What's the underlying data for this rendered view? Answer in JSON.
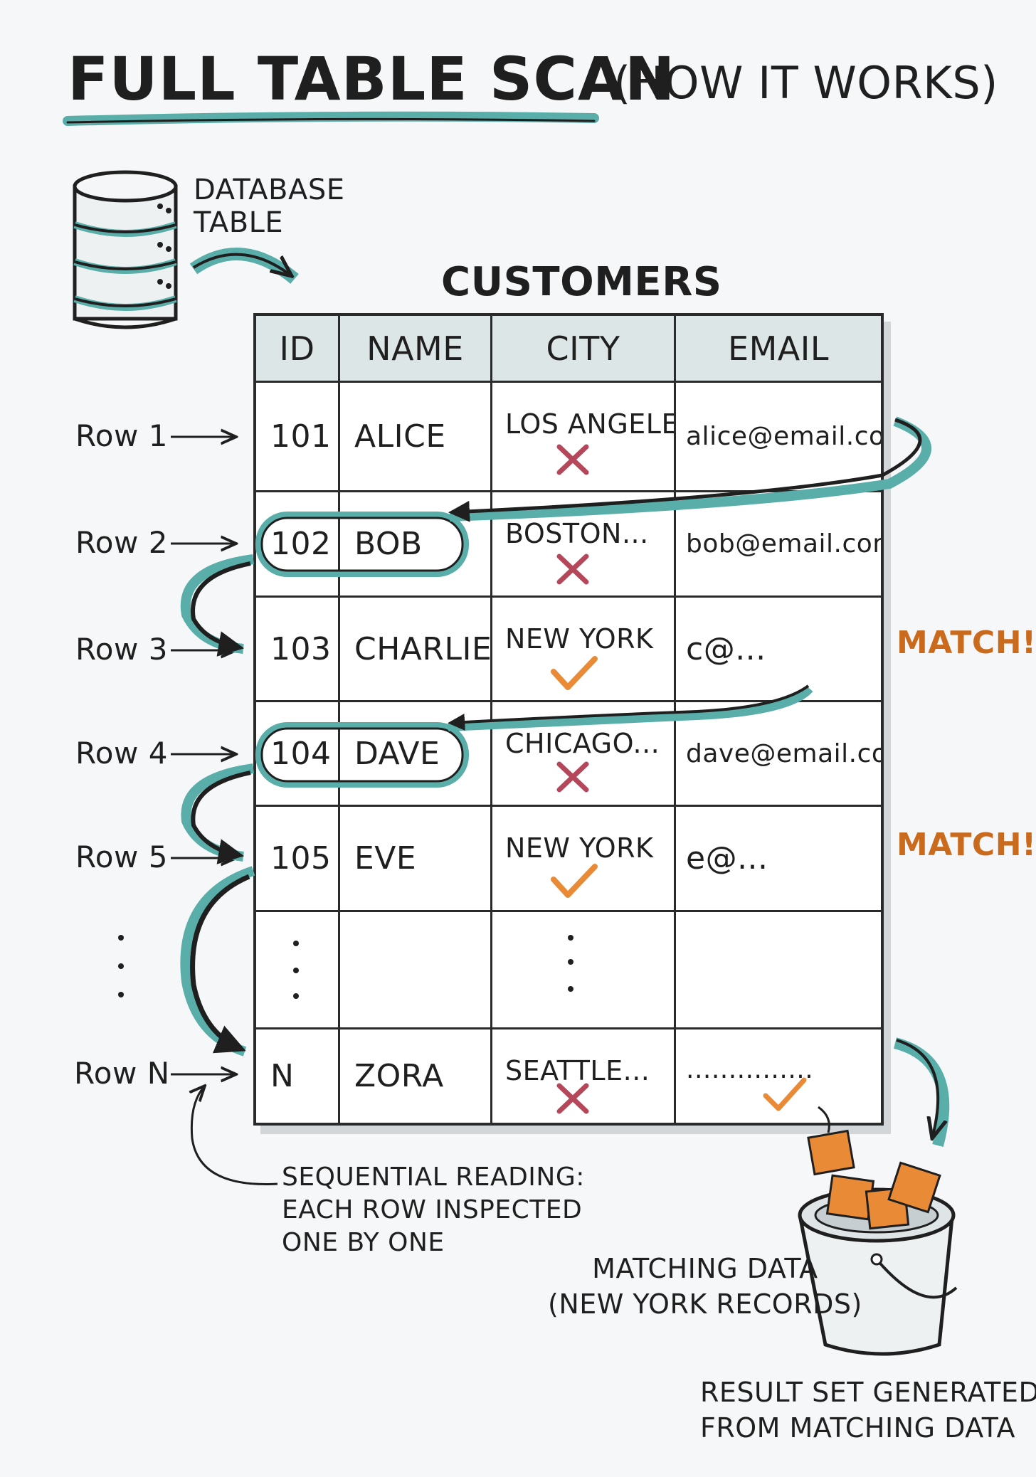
{
  "title": "FULL TABLE SCAN",
  "subtitle": "(HOW IT WORKS)",
  "database_label": [
    "DATABASE",
    "TABLE"
  ],
  "table": {
    "name": "CUSTOMERS",
    "headers": [
      "ID",
      "NAME",
      "CITY",
      "EMAIL"
    ],
    "rows": [
      {
        "label": "Row 1",
        "id": "101",
        "name": "ALICE",
        "city": "LOS ANGELES",
        "email": "alice@email.com",
        "status": "no-match"
      },
      {
        "label": "Row 2",
        "id": "102",
        "name": "BOB",
        "city": "BOSTON...",
        "email": "bob@email.com",
        "status": "no-match"
      },
      {
        "label": "Row 3",
        "id": "103",
        "name": "CHARLIE",
        "city": "NEW YORK",
        "email": "c@...",
        "status": "match"
      },
      {
        "label": "Row 4",
        "id": "104",
        "name": "DAVE",
        "city": "CHICAGO...",
        "email": "dave@email.com",
        "status": "no-match"
      },
      {
        "label": "Row 5",
        "id": "105",
        "name": "EVE",
        "city": "NEW YORK",
        "email": "e@...",
        "status": "match"
      },
      {
        "label": "",
        "id": "",
        "name": "",
        "city": "",
        "email": "",
        "status": "ellipsis"
      },
      {
        "label": "Row N",
        "id": "N",
        "name": "ZORA",
        "city": "SEATTLE...",
        "email": "...............",
        "status": "no-match"
      }
    ]
  },
  "match_label": "MATCH!",
  "notes": {
    "sequential": [
      "SEQUENTIAL READING:",
      "EACH ROW INSPECTED",
      "ONE BY ONE"
    ],
    "matching": [
      "MATCHING DATA",
      "(NEW YORK RECORDS)"
    ],
    "result": [
      "RESULT SET GENERATED",
      "FROM MATCHING DATA"
    ]
  },
  "colors": {
    "teal": "#5aaea9",
    "orange": "#e88a36",
    "orange_fill": "#f6c79c",
    "red_x": "#b5475a",
    "ink": "#1f1f1f"
  },
  "icons": [
    "database-icon",
    "bucket-icon",
    "check-icon",
    "cross-icon",
    "arrow-icon"
  ]
}
